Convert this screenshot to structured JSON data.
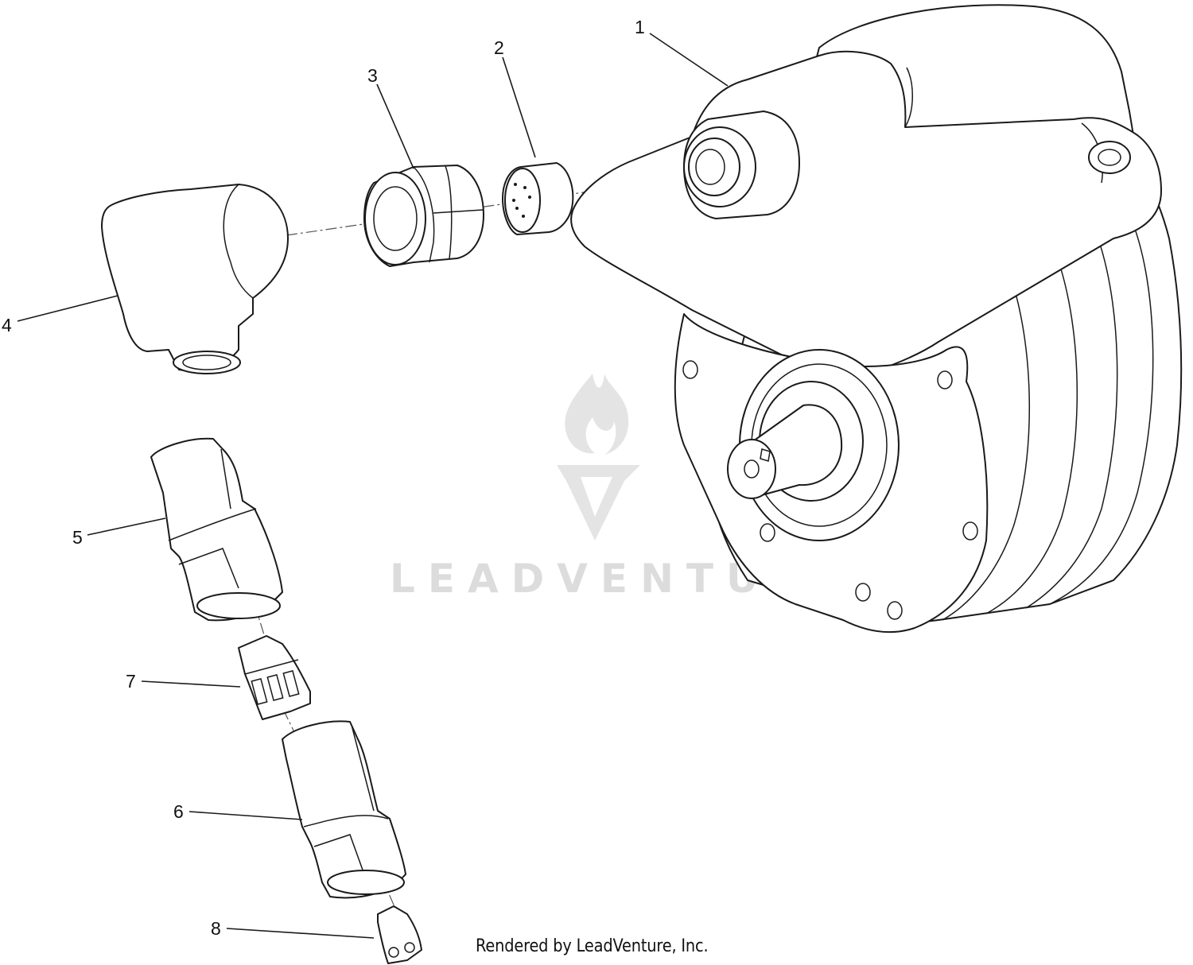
{
  "callouts": [
    "1",
    "2",
    "3",
    "4",
    "5",
    "6",
    "7",
    "8"
  ],
  "watermark": {
    "brand": "LEADVENTURE"
  },
  "credit": "Rendered by LeadVenture, Inc."
}
